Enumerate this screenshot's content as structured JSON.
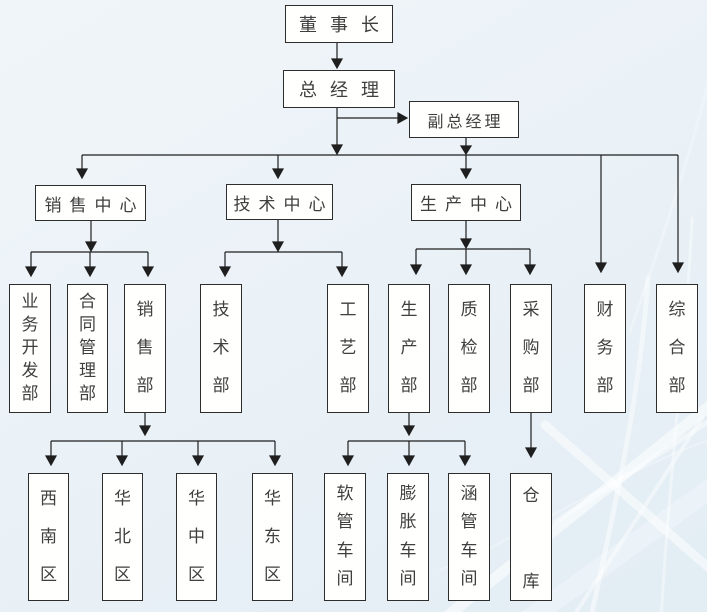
{
  "colors": {
    "background_top": "#f0f5f9",
    "background_bottom": "#e2edf4",
    "box_fill": "#fffffe",
    "box_border": "#2d2d2d",
    "connector": "#1f1f1f",
    "text": "#3f3f3f",
    "streaks": "#ffffff"
  },
  "nodes": {
    "chairman": {
      "label": "董事长"
    },
    "general_manager": {
      "label": "总经理"
    },
    "deputy_general_manager": {
      "label": "副总经理"
    },
    "sales_center": {
      "label": "销售中心"
    },
    "technology_center": {
      "label": "技术中心"
    },
    "production_center": {
      "label": "生产中心"
    },
    "business_development_dept": {
      "label": "业务开发部"
    },
    "contract_management_dept": {
      "label": "合同管理部"
    },
    "sales_dept": {
      "label": "销售部"
    },
    "technology_dept": {
      "label": "技术部"
    },
    "process_dept": {
      "label": "工艺部"
    },
    "production_dept": {
      "label": "生产部"
    },
    "quality_inspection_dept": {
      "label": "质检部"
    },
    "purchasing_dept": {
      "label": "采购部"
    },
    "finance_dept": {
      "label": "财务部"
    },
    "general_affairs_dept": {
      "label": "综合部"
    },
    "southwest_region": {
      "label": "西南区"
    },
    "north_china_region": {
      "label": "华北区"
    },
    "central_china_region": {
      "label": "华中区"
    },
    "east_china_region": {
      "label": "华东区"
    },
    "hose_workshop": {
      "label": "软管车间"
    },
    "expansion_workshop": {
      "label": "膨胀车间"
    },
    "culvert_pipe_workshop": {
      "label": "涵管车间"
    },
    "warehouse": {
      "label": "仓库"
    }
  },
  "edges": [
    [
      "chairman",
      "general_manager"
    ],
    [
      "general_manager",
      "deputy_general_manager"
    ],
    [
      "general_manager",
      "sales_center"
    ],
    [
      "general_manager",
      "technology_center"
    ],
    [
      "general_manager",
      "finance_dept"
    ],
    [
      "general_manager",
      "general_affairs_dept"
    ],
    [
      "deputy_general_manager",
      "production_center"
    ],
    [
      "sales_center",
      "business_development_dept"
    ],
    [
      "sales_center",
      "contract_management_dept"
    ],
    [
      "sales_center",
      "sales_dept"
    ],
    [
      "technology_center",
      "technology_dept"
    ],
    [
      "technology_center",
      "process_dept"
    ],
    [
      "production_center",
      "production_dept"
    ],
    [
      "production_center",
      "quality_inspection_dept"
    ],
    [
      "production_center",
      "purchasing_dept"
    ],
    [
      "sales_dept",
      "southwest_region"
    ],
    [
      "sales_dept",
      "north_china_region"
    ],
    [
      "sales_dept",
      "central_china_region"
    ],
    [
      "sales_dept",
      "east_china_region"
    ],
    [
      "production_dept",
      "hose_workshop"
    ],
    [
      "production_dept",
      "expansion_workshop"
    ],
    [
      "production_dept",
      "culvert_pipe_workshop"
    ],
    [
      "purchasing_dept",
      "warehouse"
    ]
  ]
}
